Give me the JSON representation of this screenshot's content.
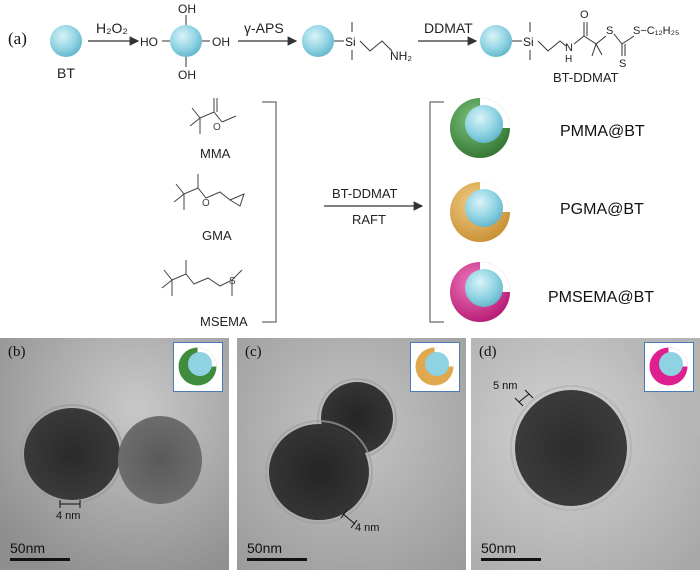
{
  "panel_a": {
    "label": "(a)",
    "steps": [
      {
        "reagent": "H₂O₂"
      },
      {
        "reagent": "γ-APS"
      },
      {
        "reagent": "DDMAT"
      }
    ],
    "bt_label": "BT",
    "oh": "HO",
    "oh_r": "OH",
    "si": "Si",
    "nh2": "NH₂",
    "n": "N",
    "h": "H",
    "o": "O",
    "s": "S",
    "alkyl": "S−C₁₂H₂₅",
    "bt_ddmat": "BT-DDMAT",
    "monomers": [
      "MMA",
      "GMA",
      "MSEMA"
    ],
    "central_reagents": [
      "BT-DDMAT",
      "RAFT"
    ],
    "products": [
      {
        "name": "PMMA@BT",
        "color": "#3f8c3f"
      },
      {
        "name": "PGMA@BT",
        "color": "#e0a94f"
      },
      {
        "name": "PMSEMA@BT",
        "color": "#dd1f8f"
      }
    ],
    "core_color": "#8fd3e3"
  },
  "tem_panels": [
    {
      "label": "(b)",
      "thickness": "4 nm",
      "scale": "50nm"
    },
    {
      "label": "(c)",
      "thickness": "4 nm",
      "scale": "50nm"
    },
    {
      "label": "(d)",
      "thickness": "5 nm",
      "scale": "50nm"
    }
  ]
}
